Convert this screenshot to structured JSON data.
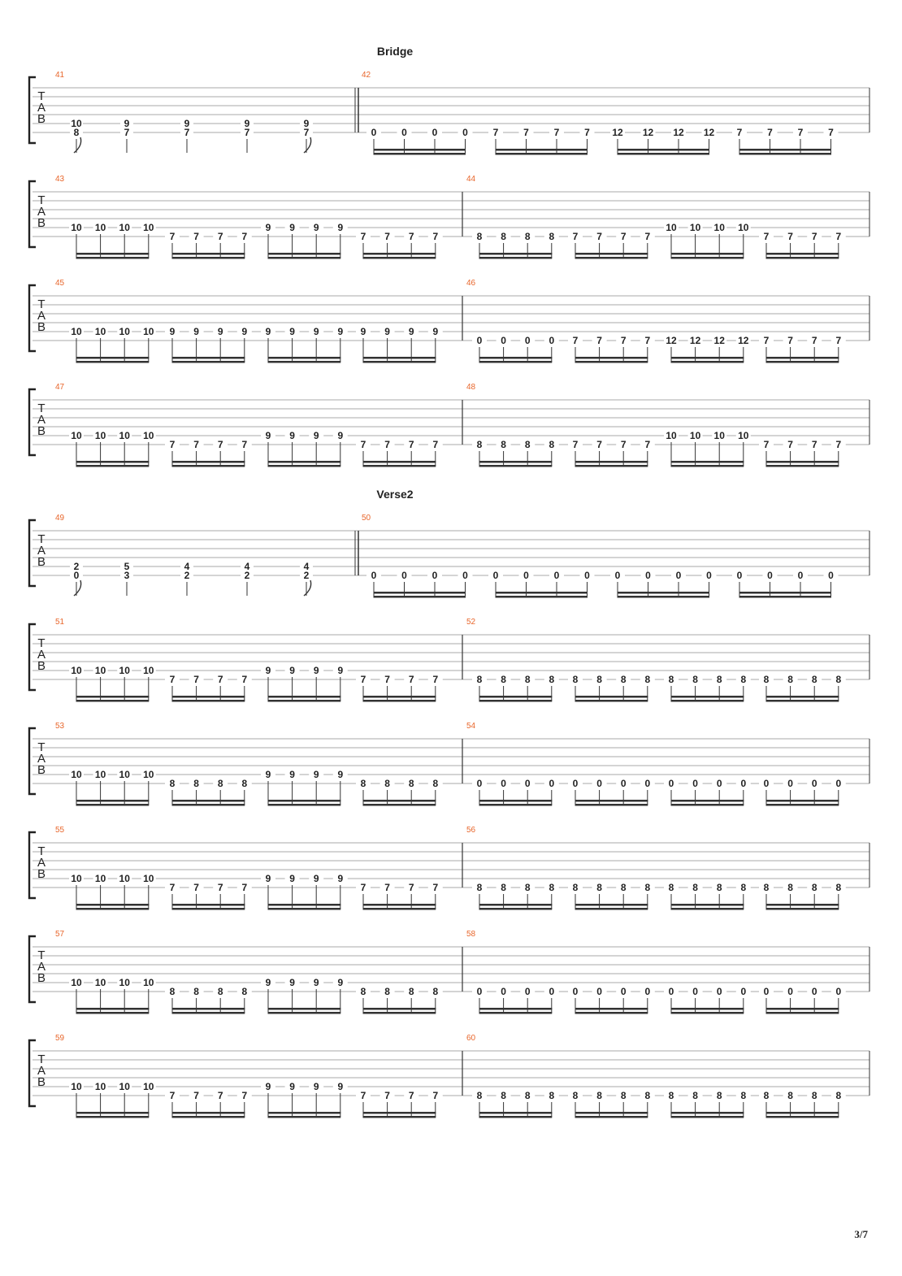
{
  "tab_letters": [
    "T",
    "A",
    "B"
  ],
  "page_number": "3/7",
  "systems": [
    {
      "section": "Bridge",
      "measures": [
        {
          "num": "41",
          "type": "chords",
          "chords": [
            [
              "10",
              "8"
            ],
            [
              "9",
              "7"
            ],
            [
              "9",
              "7"
            ],
            [
              "9",
              "7"
            ],
            [
              "9",
              "7"
            ]
          ],
          "slides": [
            0,
            4
          ]
        },
        {
          "num": "42",
          "type": "eighths",
          "notes": [
            [
              "0",
              "0",
              "0",
              "0"
            ],
            [
              "7",
              "7",
              "7",
              "7"
            ],
            [
              "12",
              "12",
              "12",
              "12"
            ],
            [
              "7",
              "7",
              "7",
              "7"
            ]
          ]
        }
      ]
    },
    {
      "measures": [
        {
          "num": "43",
          "notes": [
            [
              "10",
              "10",
              "10",
              "10"
            ],
            [
              "7",
              "7",
              "7",
              "7"
            ],
            [
              "9",
              "9",
              "9",
              "9"
            ],
            [
              "7",
              "7",
              "7",
              "7"
            ]
          ]
        },
        {
          "num": "44",
          "notes": [
            [
              "8",
              "8",
              "8",
              "8"
            ],
            [
              "7",
              "7",
              "7",
              "7"
            ],
            [
              "10",
              "10",
              "10",
              "10"
            ],
            [
              "7",
              "7",
              "7",
              "7"
            ]
          ]
        }
      ]
    },
    {
      "measures": [
        {
          "num": "45",
          "notes": [
            [
              "10",
              "10",
              "10",
              "10"
            ],
            [
              "9",
              "9",
              "9",
              "9"
            ],
            [
              "9",
              "9",
              "9",
              "9"
            ],
            [
              "9",
              "9",
              "9",
              "9"
            ]
          ]
        },
        {
          "num": "46",
          "notes": [
            [
              "0",
              "0",
              "0",
              "0"
            ],
            [
              "7",
              "7",
              "7",
              "7"
            ],
            [
              "12",
              "12",
              "12",
              "12"
            ],
            [
              "7",
              "7",
              "7",
              "7"
            ]
          ]
        }
      ]
    },
    {
      "measures": [
        {
          "num": "47",
          "notes": [
            [
              "10",
              "10",
              "10",
              "10"
            ],
            [
              "7",
              "7",
              "7",
              "7"
            ],
            [
              "9",
              "9",
              "9",
              "9"
            ],
            [
              "7",
              "7",
              "7",
              "7"
            ]
          ]
        },
        {
          "num": "48",
          "notes": [
            [
              "8",
              "8",
              "8",
              "8"
            ],
            [
              "7",
              "7",
              "7",
              "7"
            ],
            [
              "10",
              "10",
              "10",
              "10"
            ],
            [
              "7",
              "7",
              "7",
              "7"
            ]
          ]
        }
      ]
    },
    {
      "section": "Verse2",
      "measures": [
        {
          "num": "49",
          "type": "chords",
          "chords": [
            [
              "2",
              "0"
            ],
            [
              "5",
              "3"
            ],
            [
              "4",
              "2"
            ],
            [
              "4",
              "2"
            ],
            [
              "4",
              "2"
            ]
          ],
          "slides": [
            0,
            4
          ]
        },
        {
          "num": "50",
          "type": "eighths",
          "notes": [
            [
              "0",
              "0",
              "0",
              "0"
            ],
            [
              "0",
              "0",
              "0",
              "0"
            ],
            [
              "0",
              "0",
              "0",
              "0"
            ],
            [
              "0",
              "0",
              "0",
              "0"
            ]
          ]
        }
      ]
    },
    {
      "measures": [
        {
          "num": "51",
          "notes": [
            [
              "10",
              "10",
              "10",
              "10"
            ],
            [
              "7",
              "7",
              "7",
              "7"
            ],
            [
              "9",
              "9",
              "9",
              "9"
            ],
            [
              "7",
              "7",
              "7",
              "7"
            ]
          ]
        },
        {
          "num": "52",
          "notes": [
            [
              "8",
              "8",
              "8",
              "8"
            ],
            [
              "8",
              "8",
              "8",
              "8"
            ],
            [
              "8",
              "8",
              "8",
              "8"
            ],
            [
              "8",
              "8",
              "8",
              "8"
            ]
          ]
        }
      ]
    },
    {
      "measures": [
        {
          "num": "53",
          "notes": [
            [
              "10",
              "10",
              "10",
              "10"
            ],
            [
              "8",
              "8",
              "8",
              "8"
            ],
            [
              "9",
              "9",
              "9",
              "9"
            ],
            [
              "8",
              "8",
              "8",
              "8"
            ]
          ]
        },
        {
          "num": "54",
          "notes": [
            [
              "0",
              "0",
              "0",
              "0"
            ],
            [
              "0",
              "0",
              "0",
              "0"
            ],
            [
              "0",
              "0",
              "0",
              "0"
            ],
            [
              "0",
              "0",
              "0",
              "0"
            ]
          ]
        }
      ]
    },
    {
      "measures": [
        {
          "num": "55",
          "notes": [
            [
              "10",
              "10",
              "10",
              "10"
            ],
            [
              "7",
              "7",
              "7",
              "7"
            ],
            [
              "9",
              "9",
              "9",
              "9"
            ],
            [
              "7",
              "7",
              "7",
              "7"
            ]
          ]
        },
        {
          "num": "56",
          "notes": [
            [
              "8",
              "8",
              "8",
              "8"
            ],
            [
              "8",
              "8",
              "8",
              "8"
            ],
            [
              "8",
              "8",
              "8",
              "8"
            ],
            [
              "8",
              "8",
              "8",
              "8"
            ]
          ]
        }
      ]
    },
    {
      "measures": [
        {
          "num": "57",
          "notes": [
            [
              "10",
              "10",
              "10",
              "10"
            ],
            [
              "8",
              "8",
              "8",
              "8"
            ],
            [
              "9",
              "9",
              "9",
              "9"
            ],
            [
              "8",
              "8",
              "8",
              "8"
            ]
          ]
        },
        {
          "num": "58",
          "notes": [
            [
              "0",
              "0",
              "0",
              "0"
            ],
            [
              "0",
              "0",
              "0",
              "0"
            ],
            [
              "0",
              "0",
              "0",
              "0"
            ],
            [
              "0",
              "0",
              "0",
              "0"
            ]
          ]
        }
      ]
    },
    {
      "measures": [
        {
          "num": "59",
          "notes": [
            [
              "10",
              "10",
              "10",
              "10"
            ],
            [
              "7",
              "7",
              "7",
              "7"
            ],
            [
              "9",
              "9",
              "9",
              "9"
            ],
            [
              "7",
              "7",
              "7",
              "7"
            ]
          ]
        },
        {
          "num": "60",
          "notes": [
            [
              "8",
              "8",
              "8",
              "8"
            ],
            [
              "8",
              "8",
              "8",
              "8"
            ],
            [
              "8",
              "8",
              "8",
              "8"
            ],
            [
              "8",
              "8",
              "8",
              "8"
            ]
          ]
        }
      ]
    }
  ]
}
